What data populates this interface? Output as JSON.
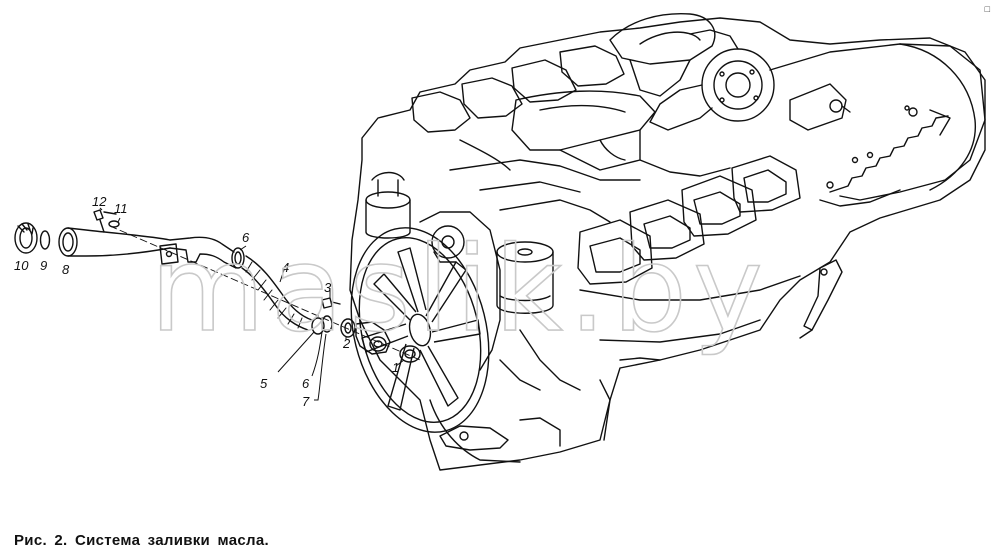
{
  "figure": {
    "caption": "Рис. 2. Система заливки масла.",
    "watermark": "maslik.by",
    "corner_mark": "□",
    "callouts": [
      {
        "id": "callout-1",
        "text": "1"
      },
      {
        "id": "callout-2",
        "text": "2"
      },
      {
        "id": "callout-3",
        "text": "3"
      },
      {
        "id": "callout-4",
        "text": "4"
      },
      {
        "id": "callout-5",
        "text": "5"
      },
      {
        "id": "callout-6a",
        "text": "6"
      },
      {
        "id": "callout-6b",
        "text": "6"
      },
      {
        "id": "callout-7",
        "text": "7"
      },
      {
        "id": "callout-8",
        "text": "8"
      },
      {
        "id": "callout-9",
        "text": "9"
      },
      {
        "id": "callout-10",
        "text": "10"
      },
      {
        "id": "callout-11",
        "text": "11"
      },
      {
        "id": "callout-12",
        "text": "12"
      }
    ]
  }
}
